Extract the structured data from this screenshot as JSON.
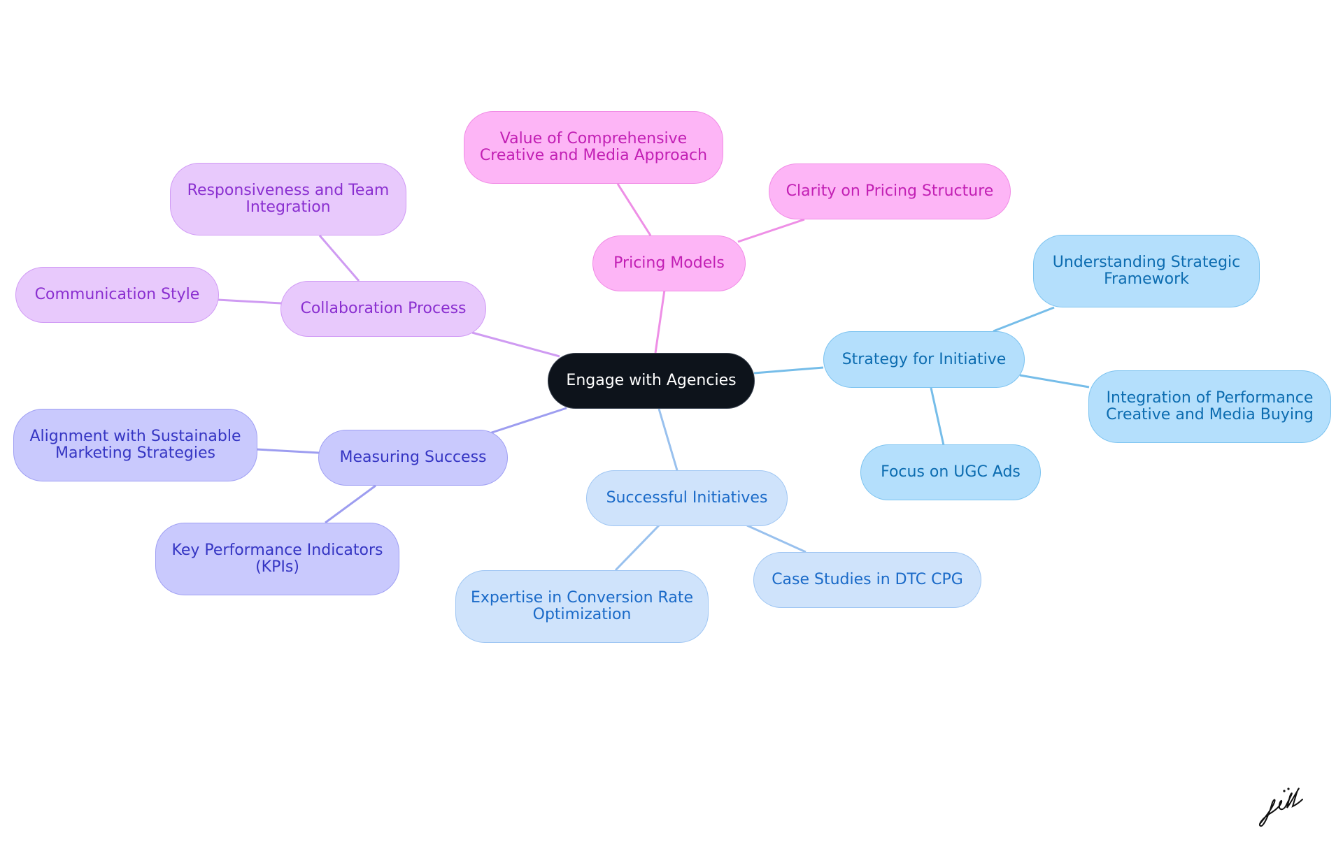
{
  "diagram": {
    "root": {
      "label": "Engage with Agencies"
    },
    "branches": [
      {
        "label": "Pricing Models",
        "color": "#ee8fe6",
        "children": [
          {
            "label": "Value of Comprehensive\nCreative and Media Approach"
          },
          {
            "label": "Clarity on Pricing Structure"
          }
        ]
      },
      {
        "label": "Collaboration Process",
        "color": "#cf9bf2",
        "children": [
          {
            "label": "Responsiveness and Team\nIntegration"
          },
          {
            "label": "Communication Style"
          }
        ]
      },
      {
        "label": "Measuring Success",
        "color": "#9d9df0",
        "children": [
          {
            "label": "Alignment with Sustainable\nMarketing Strategies"
          },
          {
            "label": "Key Performance Indicators\n(KPIs)"
          }
        ]
      },
      {
        "label": "Successful Initiatives",
        "color": "#99c1ee",
        "children": [
          {
            "label": "Expertise in Conversion Rate\nOptimization"
          },
          {
            "label": "Case Studies in DTC CPG"
          }
        ]
      },
      {
        "label": "Strategy for Initiative",
        "color": "#76bde9",
        "children": [
          {
            "label": "Understanding Strategic\nFramework"
          },
          {
            "label": "Integration of Performance\nCreative and Media Buying"
          },
          {
            "label": "Focus on UGC Ads"
          }
        ]
      }
    ]
  }
}
